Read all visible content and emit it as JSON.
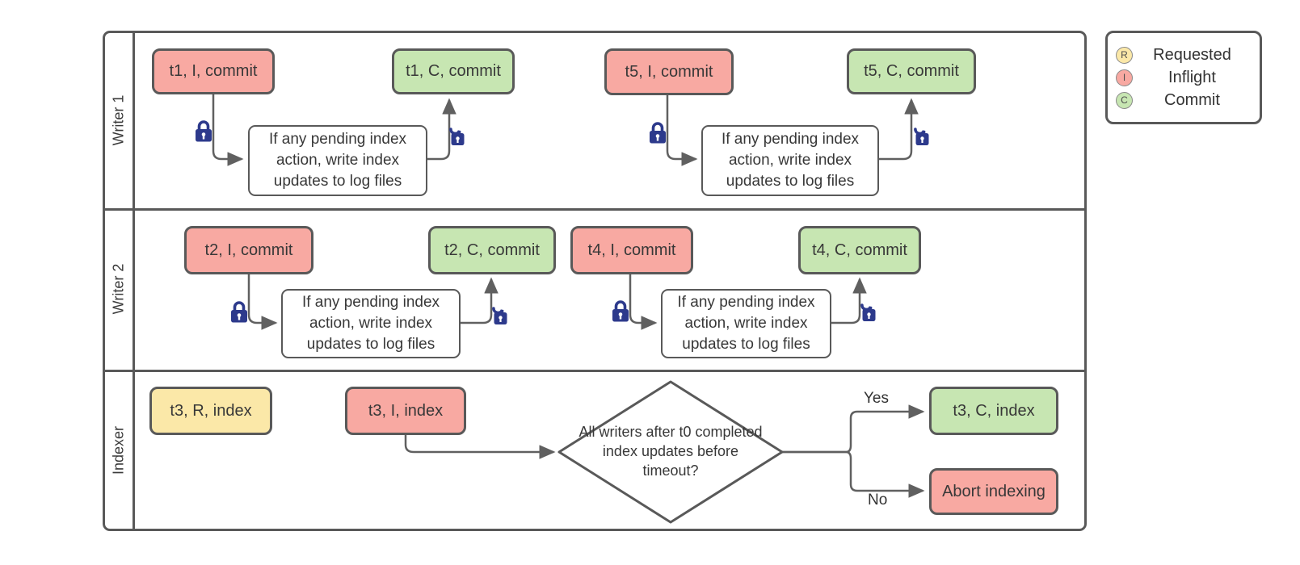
{
  "diagram": {
    "lanes": [
      {
        "label": "Writer 1"
      },
      {
        "label": "Writer 2"
      },
      {
        "label": "Indexer"
      }
    ],
    "nodes": {
      "t1_inflight": {
        "label": "t1, I, commit"
      },
      "t1_commit": {
        "label": "t1, C, commit"
      },
      "t5_inflight": {
        "label": "t5, I, commit"
      },
      "t5_commit": {
        "label": "t5, C, commit"
      },
      "t2_inflight": {
        "label": "t2, I, commit"
      },
      "t2_commit": {
        "label": "t2, C, commit"
      },
      "t4_inflight": {
        "label": "t4, I, commit"
      },
      "t4_commit": {
        "label": "t4, C, commit"
      },
      "t3_requested": {
        "label": "t3, R, index"
      },
      "t3_inflight": {
        "label": "t3, I, index"
      },
      "t3_commit": {
        "label": "t3, C, index"
      },
      "abort": {
        "label": "Abort indexing"
      }
    },
    "note_label": "If any pending index action, write index updates to log files",
    "decision_label": "All writers after t0 completed index updates before timeout?",
    "branch_yes": "Yes",
    "branch_no": "No",
    "legend": {
      "items": [
        {
          "letter": "R",
          "label": "Requested",
          "color": "#fbe8a8"
        },
        {
          "letter": "I",
          "label": "Inflight",
          "color": "#f8a9a2"
        },
        {
          "letter": "C",
          "label": "Commit",
          "color": "#c7e6b2"
        }
      ]
    },
    "colors": {
      "inflight": "#f8a9a2",
      "commit": "#c7e6b2",
      "requested": "#fbe8a8",
      "border": "#595959",
      "arrow": "#606060",
      "lock": "#2d3a8c"
    }
  }
}
